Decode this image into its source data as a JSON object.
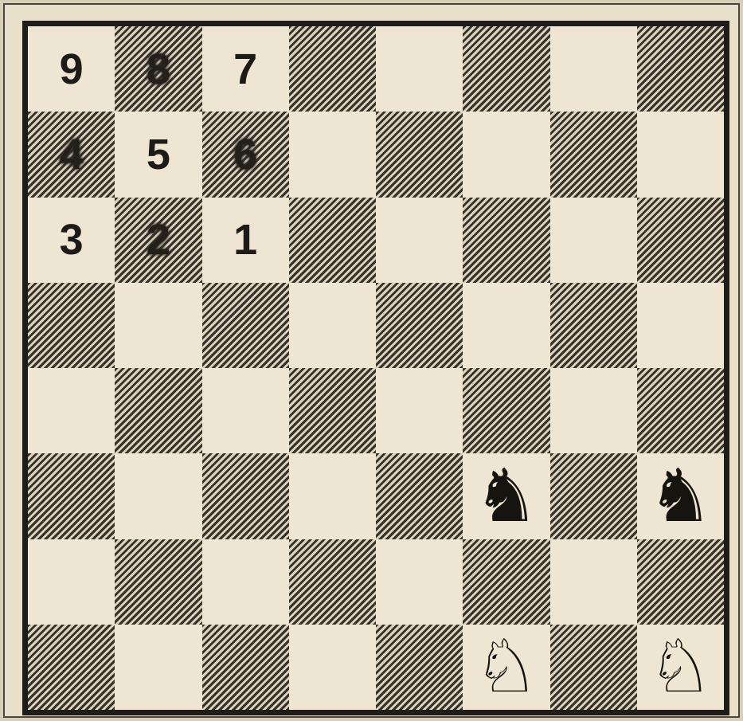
{
  "board": {
    "rows": [
      [
        {
          "color": "light",
          "label": "9"
        },
        {
          "color": "dark",
          "label": "8"
        },
        {
          "color": "light",
          "label": "7"
        },
        {
          "color": "dark",
          "label": ""
        },
        {
          "color": "light",
          "label": ""
        },
        {
          "color": "dark",
          "label": ""
        },
        {
          "color": "light",
          "label": ""
        },
        {
          "color": "dark",
          "label": ""
        }
      ],
      [
        {
          "color": "dark",
          "label": "4"
        },
        {
          "color": "light",
          "label": "5"
        },
        {
          "color": "dark",
          "label": "6"
        },
        {
          "color": "light",
          "label": ""
        },
        {
          "color": "dark",
          "label": ""
        },
        {
          "color": "light",
          "label": ""
        },
        {
          "color": "dark",
          "label": ""
        },
        {
          "color": "light",
          "label": ""
        }
      ],
      [
        {
          "color": "light",
          "label": "3"
        },
        {
          "color": "dark",
          "label": "2"
        },
        {
          "color": "light",
          "label": "1"
        },
        {
          "color": "dark",
          "label": ""
        },
        {
          "color": "light",
          "label": ""
        },
        {
          "color": "dark",
          "label": ""
        },
        {
          "color": "light",
          "label": ""
        },
        {
          "color": "dark",
          "label": ""
        }
      ],
      [
        {
          "color": "dark",
          "label": ""
        },
        {
          "color": "light",
          "label": ""
        },
        {
          "color": "dark",
          "label": ""
        },
        {
          "color": "light",
          "label": ""
        },
        {
          "color": "dark",
          "label": ""
        },
        {
          "color": "light",
          "label": ""
        },
        {
          "color": "dark",
          "label": ""
        },
        {
          "color": "light",
          "label": ""
        }
      ],
      [
        {
          "color": "light",
          "label": ""
        },
        {
          "color": "dark",
          "label": ""
        },
        {
          "color": "light",
          "label": ""
        },
        {
          "color": "dark",
          "label": ""
        },
        {
          "color": "light",
          "label": ""
        },
        {
          "color": "dark",
          "label": ""
        },
        {
          "color": "light",
          "label": ""
        },
        {
          "color": "dark",
          "label": ""
        }
      ],
      [
        {
          "color": "dark",
          "label": ""
        },
        {
          "color": "light",
          "label": ""
        },
        {
          "color": "dark",
          "label": ""
        },
        {
          "color": "light",
          "label": ""
        },
        {
          "color": "dark",
          "label": ""
        },
        {
          "color": "light",
          "label": "",
          "piece": "black-knight"
        },
        {
          "color": "dark",
          "label": ""
        },
        {
          "color": "light",
          "label": "",
          "piece": "black-knight"
        }
      ],
      [
        {
          "color": "light",
          "label": ""
        },
        {
          "color": "dark",
          "label": ""
        },
        {
          "color": "light",
          "label": ""
        },
        {
          "color": "dark",
          "label": ""
        },
        {
          "color": "light",
          "label": ""
        },
        {
          "color": "dark",
          "label": ""
        },
        {
          "color": "light",
          "label": ""
        },
        {
          "color": "dark",
          "label": ""
        }
      ],
      [
        {
          "color": "dark",
          "label": ""
        },
        {
          "color": "light",
          "label": ""
        },
        {
          "color": "dark",
          "label": ""
        },
        {
          "color": "light",
          "label": ""
        },
        {
          "color": "dark",
          "label": ""
        },
        {
          "color": "light",
          "label": "",
          "piece": "white-knight"
        },
        {
          "color": "dark",
          "label": ""
        },
        {
          "color": "light",
          "label": "",
          "piece": "white-knight"
        }
      ]
    ]
  },
  "pieces": {
    "black-knight": {
      "glyph": "♞",
      "icon": "black-knight-icon"
    },
    "white-knight": {
      "glyph": "♘",
      "icon": "white-knight-icon"
    }
  },
  "colors": {
    "light_square": "#eee6d2",
    "dark_square_hatch": "#35322c",
    "border": "#1f1d19"
  }
}
